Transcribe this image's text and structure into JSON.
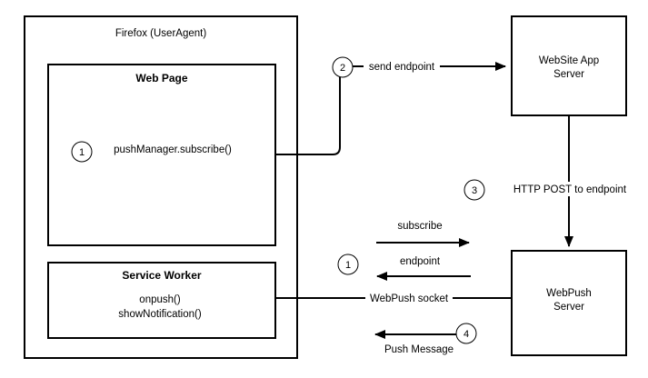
{
  "firefox": {
    "title": "Firefox (UserAgent)",
    "web_page": {
      "title": "Web Page",
      "step_number": "1",
      "call": "pushManager.subscribe()"
    },
    "service_worker": {
      "title": "Service Worker",
      "line1": "onpush()",
      "line2": "showNotification()"
    }
  },
  "app_server": {
    "line1": "WebSite App",
    "line2": "Server"
  },
  "push_server": {
    "line1": "WebPush",
    "line2": "Server"
  },
  "edges": {
    "send_endpoint": {
      "step": "2",
      "label": "send endpoint"
    },
    "http_post": {
      "step": "3",
      "label": "HTTP POST to endpoint"
    },
    "subscribe": {
      "label": "subscribe"
    },
    "endpoint": {
      "step": "1",
      "label": "endpoint"
    },
    "socket": {
      "label": "WebPush socket"
    },
    "push_message": {
      "step": "4",
      "label": "Push Message"
    }
  }
}
